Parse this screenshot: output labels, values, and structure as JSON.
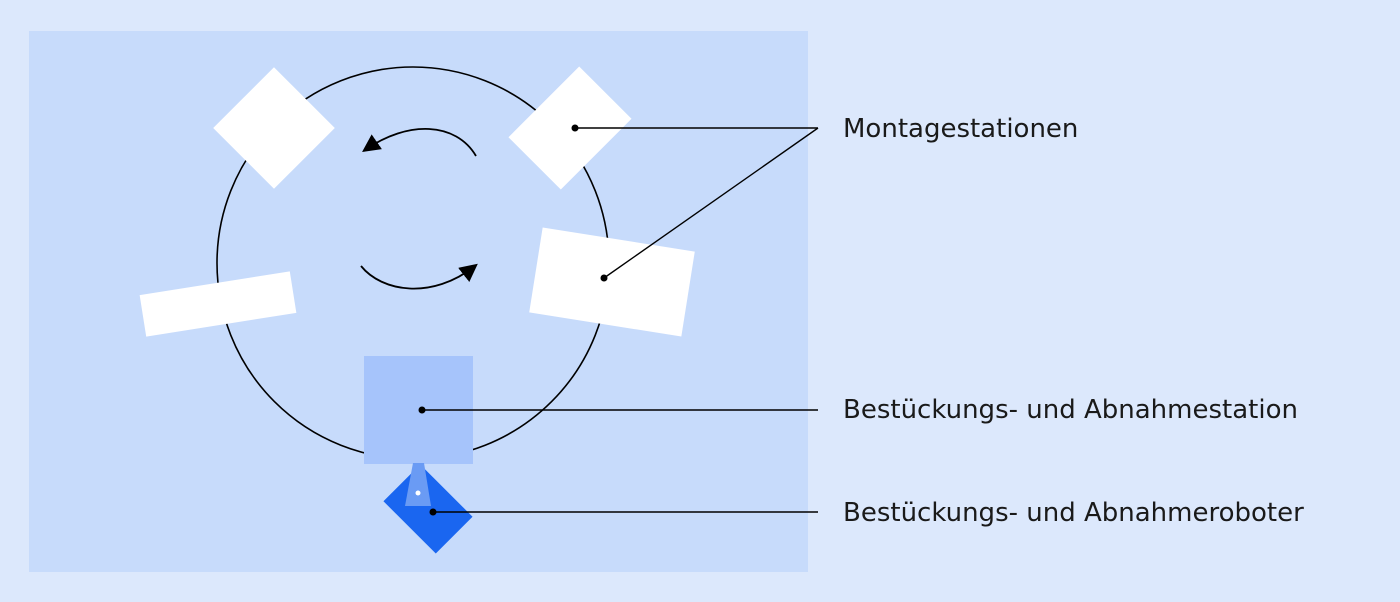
{
  "colors": {
    "page_background": "#dce8fc",
    "plant_area": "#c7dbfb",
    "station_white": "#ffffff",
    "loading_station": "#a6c4fb",
    "robot": "#1a66f0",
    "robot_arm": "#6a9bf4",
    "line": "#000000"
  },
  "labels": {
    "montagestationen": "Montagestationen",
    "bestueckungs_station": "Bestückungs- und Abnahmestation",
    "bestueckungs_roboter": "Bestückungs- und Abnahmeroboter"
  },
  "icons": {
    "rotation_arrow_top": "counterclockwise-arrow-icon",
    "rotation_arrow_bottom": "counterclockwise-arrow-icon"
  }
}
